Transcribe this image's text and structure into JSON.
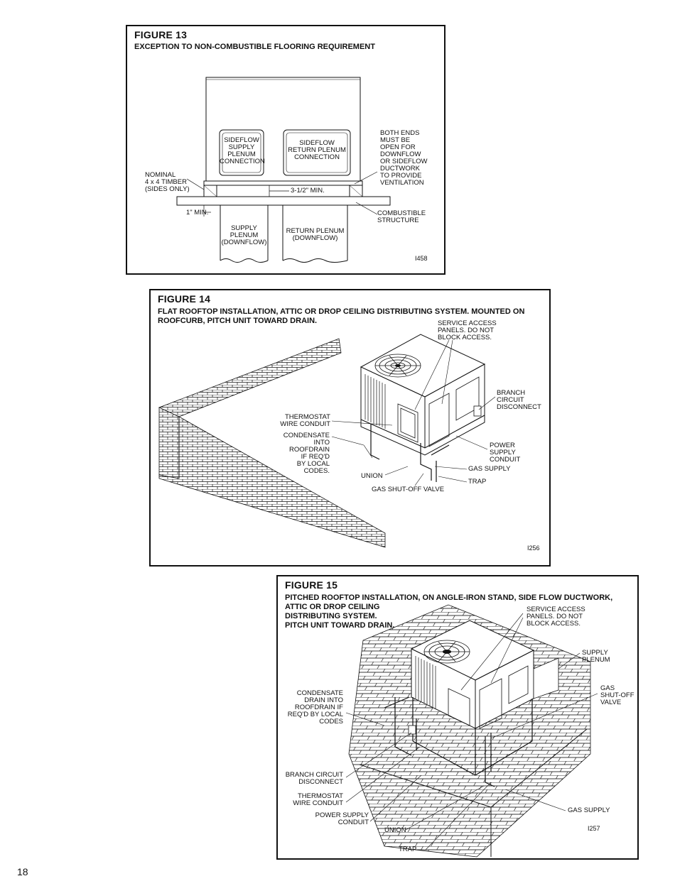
{
  "page_number": "18",
  "figure13": {
    "title": "FIGURE 13",
    "caption": "EXCEPTION TO NON-COMBUSTIBLE FLOORING REQUIREMENT",
    "labels": {
      "sideflow_supply": "SIDEFLOW\nSUPPLY\nPLENUM\nCONNECTION",
      "sideflow_return": "SIDEFLOW\nRETURN PLENUM\nCONNECTION",
      "both_ends": "BOTH ENDS\nMUST BE\nOPEN FOR\nDOWNFLOW\nOR SIDEFLOW\nDUCTWORK\nTO PROVIDE\nVENTILATION",
      "timber": "NOMINAL\n4 x 4 TIMBER\n(SIDES ONLY)",
      "min_gap": "3-1/2\" MIN.",
      "one_inch": "1\" MIN.",
      "combustible": "COMBUSTIBLE\nSTRUCTURE",
      "supply_plenum": "SUPPLY\nPLENUM\n(DOWNFLOW)",
      "return_plenum": "RETURN PLENUM\n(DOWNFLOW)",
      "code": "I458"
    }
  },
  "figure14": {
    "title": "FIGURE 14",
    "caption": "FLAT ROOFTOP INSTALLATION, ATTIC OR DROP CEILING DISTRIBUTING SYSTEM. MOUNTED ON\nROOFCURB, PITCH UNIT TOWARD DRAIN.",
    "labels": {
      "service_panels": "SERVICE ACCESS\nPANELS. DO NOT\nBLOCK ACCESS.",
      "branch": "BRANCH\nCIRCUIT\nDISCONNECT",
      "thermostat": "THERMOSTAT\nWIRE CONDUIT",
      "condensate": "CONDENSATE\nINTO\nROOFDRAIN\nIF REQ'D\nBY LOCAL\nCODES.",
      "power": "POWER\nSUPPLY\nCONDUIT",
      "gas_supply": "GAS SUPPLY",
      "union": "UNION",
      "trap": "TRAP",
      "shutoff": "GAS SHUT-OFF VALVE",
      "code": "I256"
    }
  },
  "figure15": {
    "title": "FIGURE 15",
    "caption": "PITCHED ROOFTOP INSTALLATION, ON ANGLE-IRON STAND, SIDE FLOW DUCTWORK,\nATTIC OR DROP CEILING\nDISTRIBUTING SYSTEM.\nPITCH UNIT TOWARD DRAIN.",
    "labels": {
      "service_panels": "SERVICE ACCESS\nPANELS. DO NOT\nBLOCK ACCESS.",
      "supply_plenum": "SUPPLY PLENUM",
      "shutoff": "GAS\nSHUT-OFF\nVALVE",
      "condensate": "CONDENSATE\nDRAIN INTO\nROOFDRAIN IF\nREQ'D BY LOCAL\nCODES",
      "branch": "BRANCH CIRCUIT\nDISCONNECT",
      "thermostat": "THERMOSTAT\nWIRE CONDUIT",
      "power": "POWER SUPPLY\nCONDUIT",
      "union": "UNION",
      "trap": "TRAP",
      "gas_supply": "GAS SUPPLY",
      "code": "I257"
    }
  }
}
